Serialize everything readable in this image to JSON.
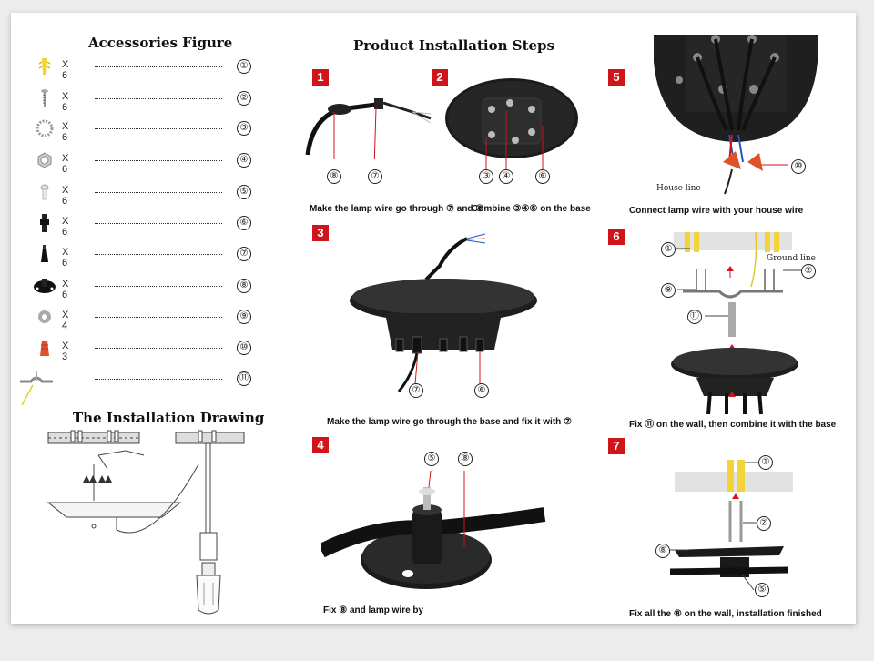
{
  "accessories": {
    "title": "Accessories Figure",
    "items": [
      {
        "qty": "X 6",
        "num": "①",
        "icon": "wall-anchor-icon"
      },
      {
        "qty": "X 6",
        "num": "②",
        "icon": "screw-icon"
      },
      {
        "qty": "X 6",
        "num": "③",
        "icon": "toothed-washer-icon"
      },
      {
        "qty": "X 6",
        "num": "④",
        "icon": "nut-icon"
      },
      {
        "qty": "X 6",
        "num": "⑤",
        "icon": "small-bolt-icon"
      },
      {
        "qty": "X 6",
        "num": "⑥",
        "icon": "cable-gland-icon"
      },
      {
        "qty": "X 6",
        "num": "⑦",
        "icon": "cable-grip-icon"
      },
      {
        "qty": "X 6",
        "num": "⑧",
        "icon": "lamp-base-icon"
      },
      {
        "qty": "X 4",
        "num": "⑨",
        "icon": "flat-washer-icon"
      },
      {
        "qty": "X 3",
        "num": "⑩",
        "icon": "wire-connector-icon"
      },
      {
        "qty": "",
        "num": "⑪",
        "icon": "mounting-bracket-icon"
      }
    ]
  },
  "drawing": {
    "title": "The Installation Drawing"
  },
  "steps": {
    "title": "Product Installation Steps",
    "s1": {
      "badge": "1",
      "caption": "Make the lamp wire go through ⑦ and ⑧",
      "labels": [
        "⑧",
        "⑦"
      ]
    },
    "s2": {
      "badge": "2",
      "caption": "Combine ③④⑥ on the base",
      "labels": [
        "③",
        "④",
        "⑥"
      ]
    },
    "s3": {
      "badge": "3",
      "caption": "Make the lamp wire go through the base and fix it with ⑦",
      "labels": [
        "⑦",
        "⑥"
      ]
    },
    "s4": {
      "badge": "4",
      "caption": "Fix ⑧ and lamp wire by",
      "labels": [
        "⑤",
        "⑧"
      ]
    },
    "s5": {
      "badge": "5",
      "caption": "Connect lamp wire with your house wire",
      "labels": [
        "⑩"
      ],
      "house_line": "House line"
    },
    "s6": {
      "badge": "6",
      "caption": "Fix ⑪ on the wall, then combine it with the base",
      "labels": [
        "①",
        "②",
        "⑨",
        "⑪"
      ],
      "ground_line": "Ground line"
    },
    "s7": {
      "badge": "7",
      "caption": "Fix all the ⑧ on the wall, installation finished",
      "labels": [
        "①",
        "②",
        "⑧",
        "⑤"
      ]
    }
  }
}
